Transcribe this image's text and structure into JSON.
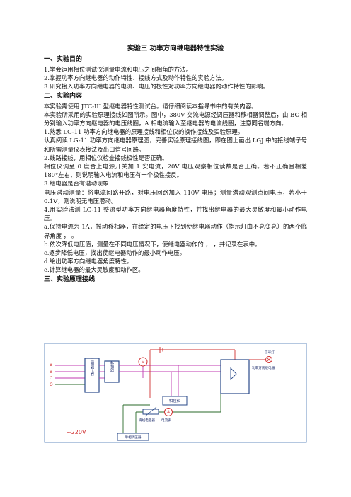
{
  "title": "实验三  功率方向继电器特性实验",
  "section1": {
    "heading": "一、实验目的",
    "items": [
      "1.学会运用相位测试仪测量电流和电压之间相角的方法。",
      "2.掌握功率方向继电器的动作特性、接线方式及动作特性的实验方法。",
      "3.研究接入功率方向继电器的电流、电压的极性对功率方向继电器的动作特性的影响。"
    ]
  },
  "section2": {
    "heading": "二、实验内容",
    "paragraphs": [
      "本实验需使用 JTC-III 型继电器特性测试台。请仔细阅读本指导书中的有关内容。",
      "本实验所采用的实验原理接线如图所示。图中，380V 交流电源经调压器和移相器调整后，由 BC 相分别输入功率方向继电器的电压线圈，A 相电流输入至继电器的电流线圈，注意同名端方向。",
      "1.熟悉 LG-11 功率方向继电器的原理接线和相位仪的操作接线及实验原理。",
      "认真阅读 LG-11 功率方向继电器原理图，完善实验原理接线图，即在图上画出 LGJ 中的接线端子号和所需测量仪表接法及出口信号回路。",
      "2.线路接线，用相位仪检查接线极性是否正确。",
      "相位仪调至 0 度合上电源开关加 1 安电流，20V 电压观察相位读数是否正确。若不正确且相差 180°左右，则说明输入电流和电压有一个极性接反。",
      "3.继电器是否有潜动现象",
      "电压潜动测量：将电流回路开路，对电压回路加入 110V 电压；测量潜动观测点间电压，若小于 0.1V，则说明无电压潜动。",
      "4.用实验法测 LG-11 整流型功率方向继电器角度特性，并找出继电器的最大灵敏度和最小动作电压。",
      "a.保持电流为 1A，摇动移相器，在给定的电压下找到使继电器动作（指示灯由不亮变亮）的两个临界角度    ，  。",
      "b.依次降低电压值，测量在不同电压情况下，使继电器动作的    ，  ，并记录在表中。",
      "c.逐步降低电压，找出使继电器动作的最小动作电压。",
      "d.绘出功率方向继电器角度特性。",
      "e.计算继电器的最大灵敏度和动作区。"
    ]
  },
  "section3": {
    "heading": "三、实验原理接线"
  },
  "diagram": {
    "phases": [
      "A",
      "B",
      "C",
      "O"
    ],
    "regulator": "三相调压器",
    "phase_shifter": "移相器",
    "voltmeter": "V",
    "ammeter": "A",
    "phase_meter": "相位仪",
    "relay_label": "功率方向继电器",
    "indicator_label": "信号灯",
    "rheostat_label": "滑线电阻器",
    "ammeter_label": "电流表",
    "voltage_label": "~220V",
    "bottom_box": "单相调压器"
  }
}
